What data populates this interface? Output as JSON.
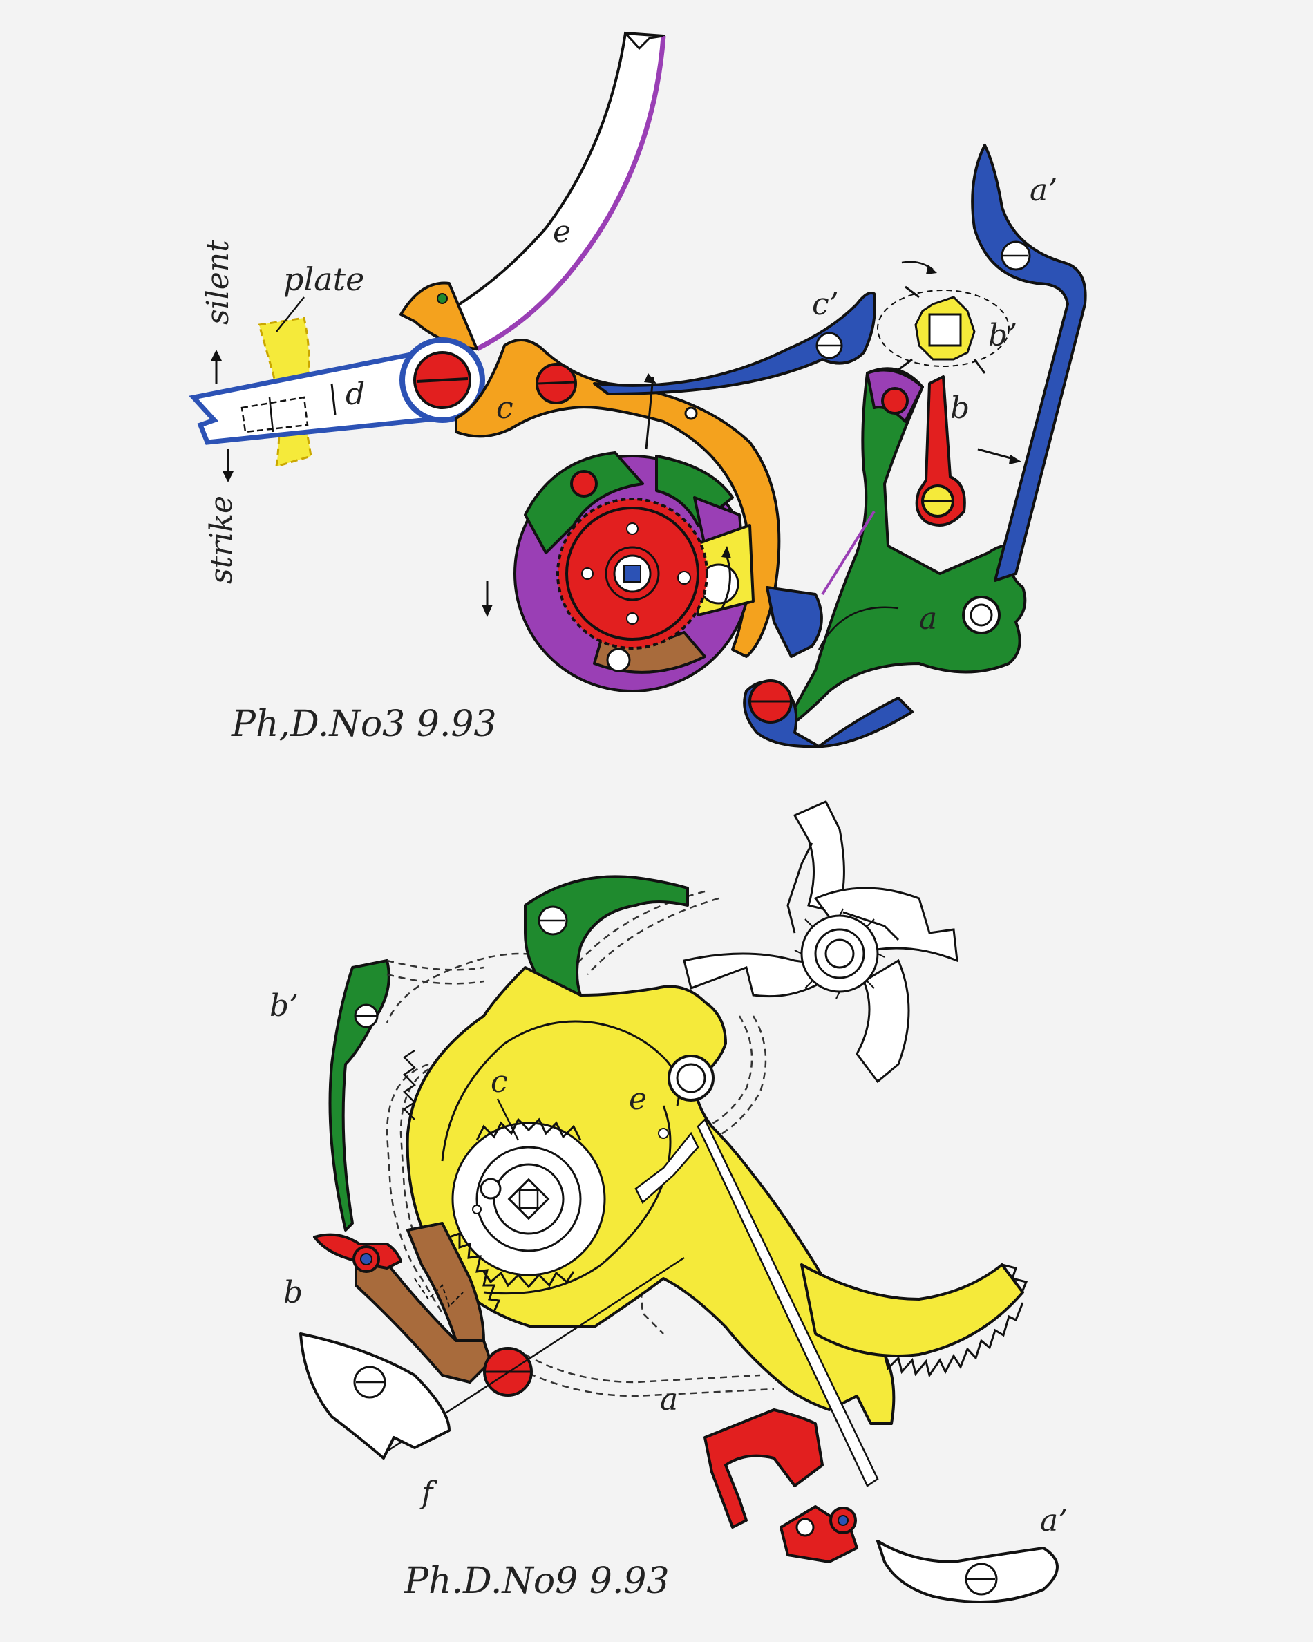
{
  "diagram_top": {
    "caption": "Ph,D.No3  9.93",
    "labels": {
      "e": "e",
      "plate": "plate",
      "silent": "silent",
      "strike": "strike",
      "d": "d",
      "c": "c",
      "c_prime": "c’",
      "a_prime": "a’",
      "b_prime": "b’",
      "b": "b",
      "a": "a"
    }
  },
  "diagram_bottom": {
    "caption": "Ph.D.No9  9.93",
    "labels": {
      "b_prime": "b’",
      "c": "c",
      "e": "e",
      "b": "b",
      "a": "a",
      "f": "f",
      "a_prime": "a’"
    }
  },
  "colors": {
    "red": "#e21f1f",
    "orange": "#f4a21e",
    "yellow": "#f5ea3a",
    "green": "#1f8a2e",
    "blue": "#2c52b5",
    "purple": "#9a3fb5",
    "brown": "#a86b3c",
    "white": "#ffffff",
    "violet_edge": "#9a3fb5"
  }
}
